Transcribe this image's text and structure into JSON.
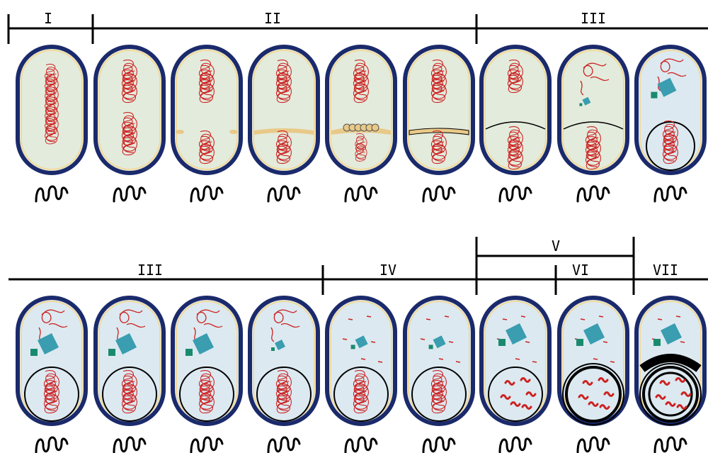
{
  "stage_labels": {
    "top_I": "I",
    "top_II": "II",
    "top_III": "III",
    "bottom_III": "III",
    "bottom_IV": "IV",
    "bottom_V": "V",
    "bottom_VI": "VI",
    "bottom_VII": "VII"
  },
  "colors": {
    "cell_wall": "#1b2a6b",
    "cytoplasm_early": "#e3ebdc",
    "cytoplasm_late": "#dce9f0",
    "inner_rim": "#f2d99a",
    "chromosome": "#cc2222",
    "septum": "#e8c988",
    "protein_blue": "#3a9db0",
    "protein_green": "#1a8a6e",
    "line": "#000000"
  },
  "icons": [
    "bacterial-cell-icon",
    "flagellum-icon",
    "chromosome-icon",
    "forespore-icon",
    "protein-crystal-icon",
    "spore-coat-icon"
  ]
}
